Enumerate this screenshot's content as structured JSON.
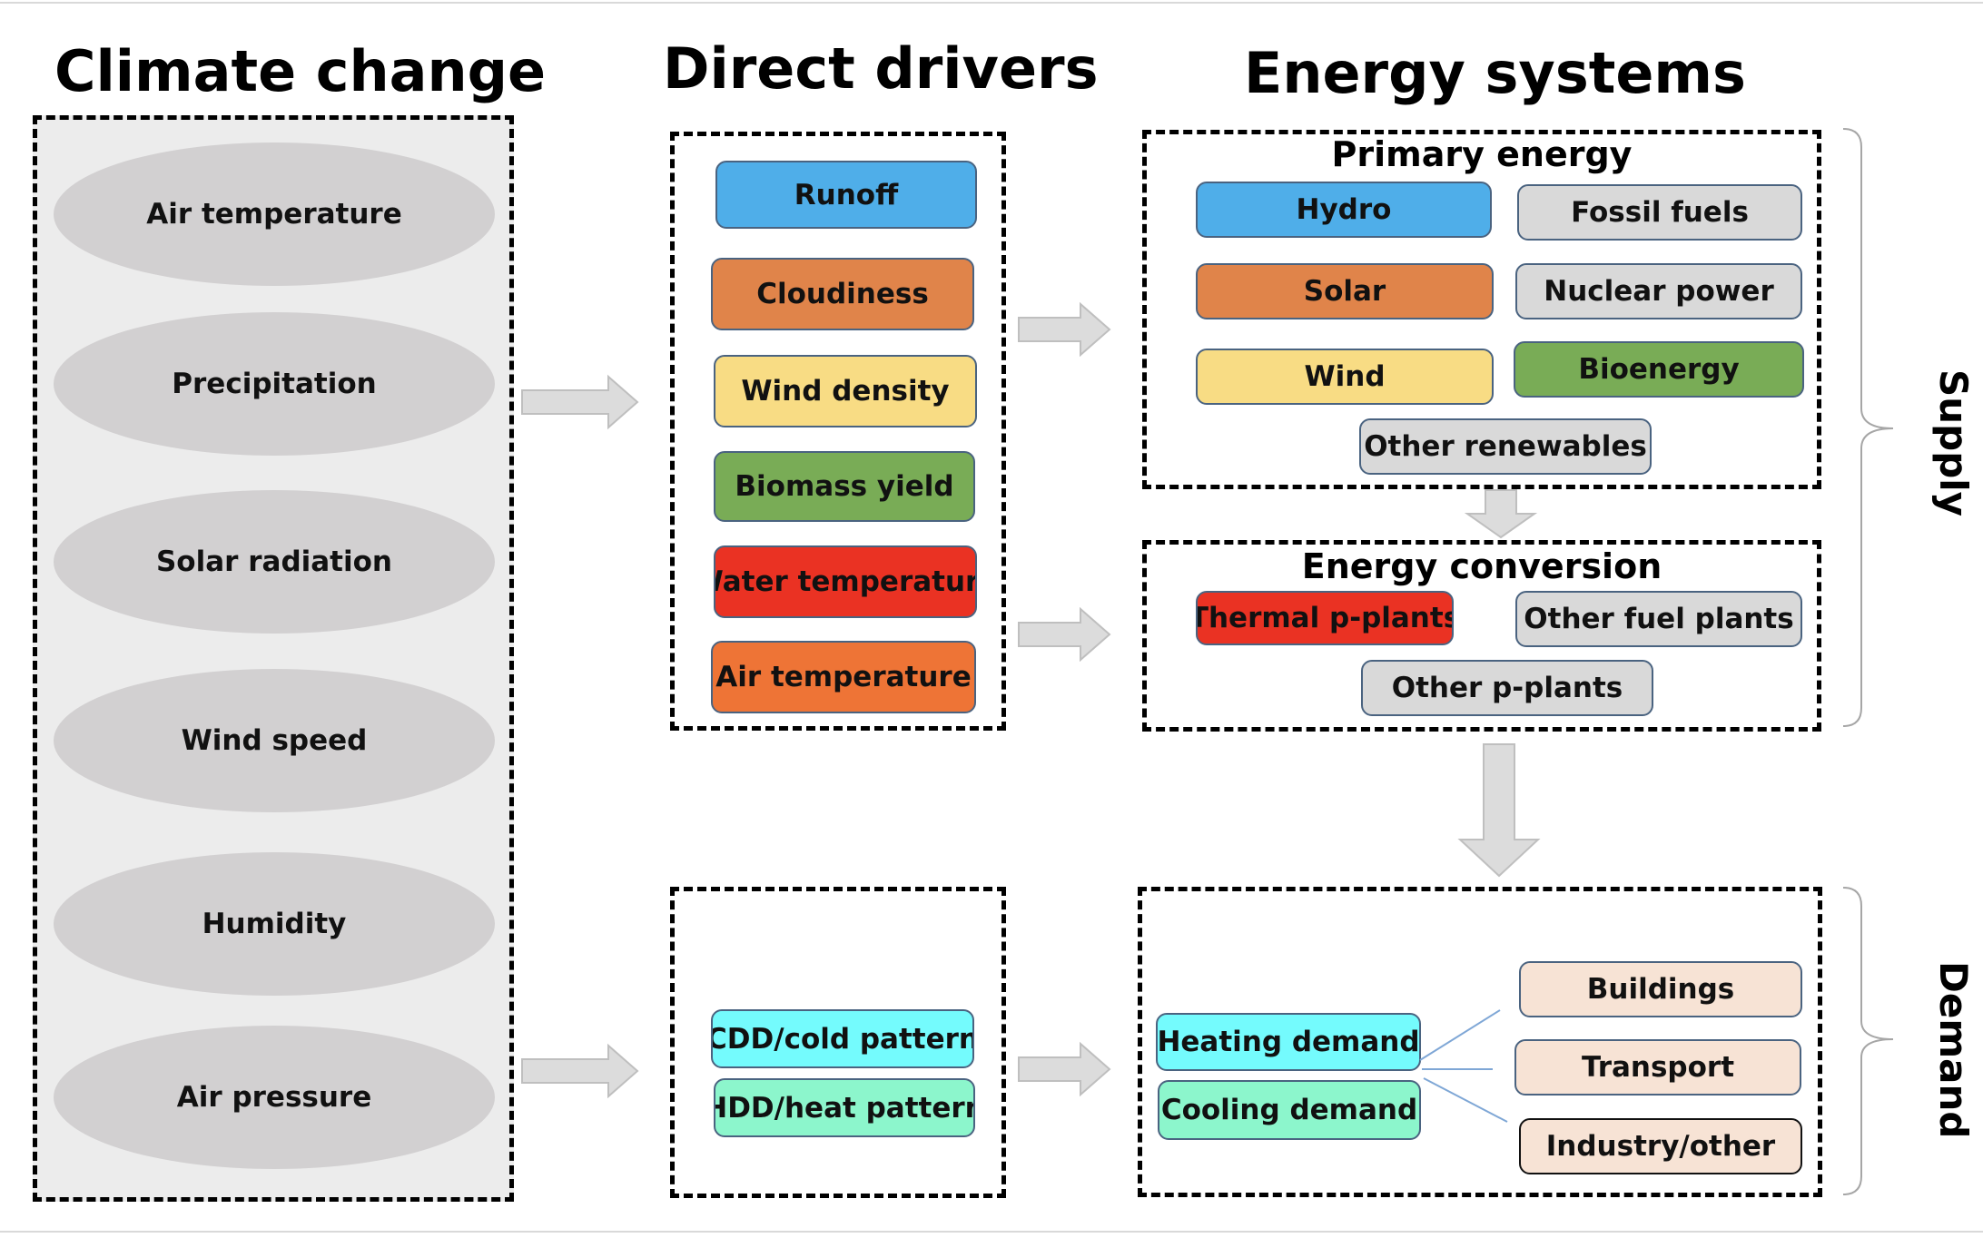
{
  "headings": {
    "climate_change": "Climate change",
    "direct_drivers": "Direct drivers",
    "energy_systems": "Energy systems"
  },
  "climate_factors": [
    "Air temperature",
    "Precipitation",
    "Solar radiation",
    "Wind speed",
    "Humidity",
    "Air pressure"
  ],
  "direct_drivers_supply": [
    {
      "label": "Runoff",
      "color": "#4faee9"
    },
    {
      "label": "Cloudiness",
      "color": "#e0844a"
    },
    {
      "label": "Wind density",
      "color": "#f8dc84"
    },
    {
      "label": "Biomass yield",
      "color": "#79ac56"
    },
    {
      "label": "Water temperature",
      "color": "#ea3223"
    },
    {
      "label": "Air temperature",
      "color": "#ee7436"
    }
  ],
  "direct_drivers_demand": [
    {
      "label": "CDD/cold pattern",
      "color": "#74fbfd"
    },
    {
      "label": "HDD/heat pattern",
      "color": "#8cf6cc"
    }
  ],
  "primary_energy": {
    "title": "Primary energy",
    "items": [
      {
        "label": "Hydro",
        "color": "#4faee9"
      },
      {
        "label": "Fossil fuels",
        "color": "#d9d9d9"
      },
      {
        "label": "Solar",
        "color": "#e0844a"
      },
      {
        "label": "Nuclear power",
        "color": "#d9d9d9"
      },
      {
        "label": "Wind",
        "color": "#f8dc84"
      },
      {
        "label": "Bioenergy",
        "color": "#79ac56"
      },
      {
        "label": "Other renewables",
        "color": "#d9d9d9"
      }
    ]
  },
  "energy_conversion": {
    "title": "Energy conversion",
    "items": [
      {
        "label": "Thermal p-plants",
        "color": "#ea3223"
      },
      {
        "label": "Other fuel plants",
        "color": "#d9d9d9"
      },
      {
        "label": "Other p-plants",
        "color": "#d9d9d9"
      }
    ]
  },
  "demand": {
    "items": [
      {
        "label": "Heating demand",
        "color": "#74fbfd"
      },
      {
        "label": "Cooling demand",
        "color": "#8cf6cc"
      }
    ],
    "sectors": [
      {
        "label": "Buildings",
        "color": "#f7e3d5"
      },
      {
        "label": "Transport",
        "color": "#f7e3d5"
      },
      {
        "label": "Industry/other",
        "color": "#f7e3d5"
      }
    ]
  },
  "side_labels": {
    "supply": "Supply",
    "demand": "Demand"
  },
  "colors": {
    "arrow_fill": "#dcdcdc",
    "arrow_stroke": "#bfbfbf",
    "bracket": "#a6a6a6"
  }
}
